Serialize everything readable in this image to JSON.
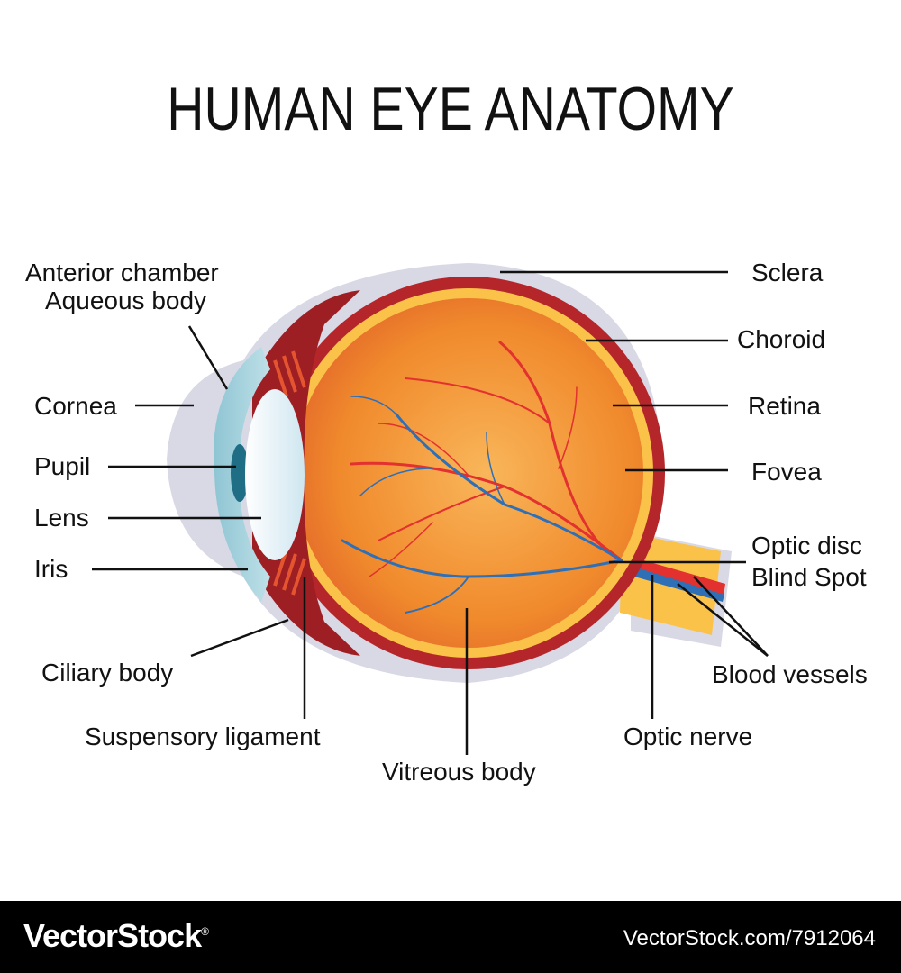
{
  "title": "HUMAN EYE ANATOMY",
  "labels": {
    "anterior_chamber": "Anterior chamber",
    "aqueous_body": "Aqueous body",
    "cornea": "Cornea",
    "pupil": "Pupil",
    "lens": "Lens",
    "iris": "Iris",
    "ciliary_body": "Ciliary body",
    "suspensory_ligament": "Suspensory ligament",
    "vitreous_body": "Vitreous body",
    "sclera": "Sclera",
    "choroid": "Choroid",
    "retina": "Retina",
    "fovea": "Fovea",
    "optic_disc": "Optic disc",
    "blind_spot": "Blind Spot",
    "blood_vessels": "Blood vessels",
    "optic_nerve": "Optic nerve"
  },
  "footer": {
    "brand": "VectorStock",
    "registered_mark": "®",
    "reference": "VectorStock.com/7912064"
  },
  "colors": {
    "sclera": "#d9d9e6",
    "choroid": "#b5262a",
    "retina": "#fbc24a",
    "vitreous": "#f08a2c",
    "cornea": "#a9d2dc",
    "lens": "#e8f3f8",
    "artery": "#e2312f",
    "vein": "#2f6fb6",
    "footer": "#000000"
  }
}
